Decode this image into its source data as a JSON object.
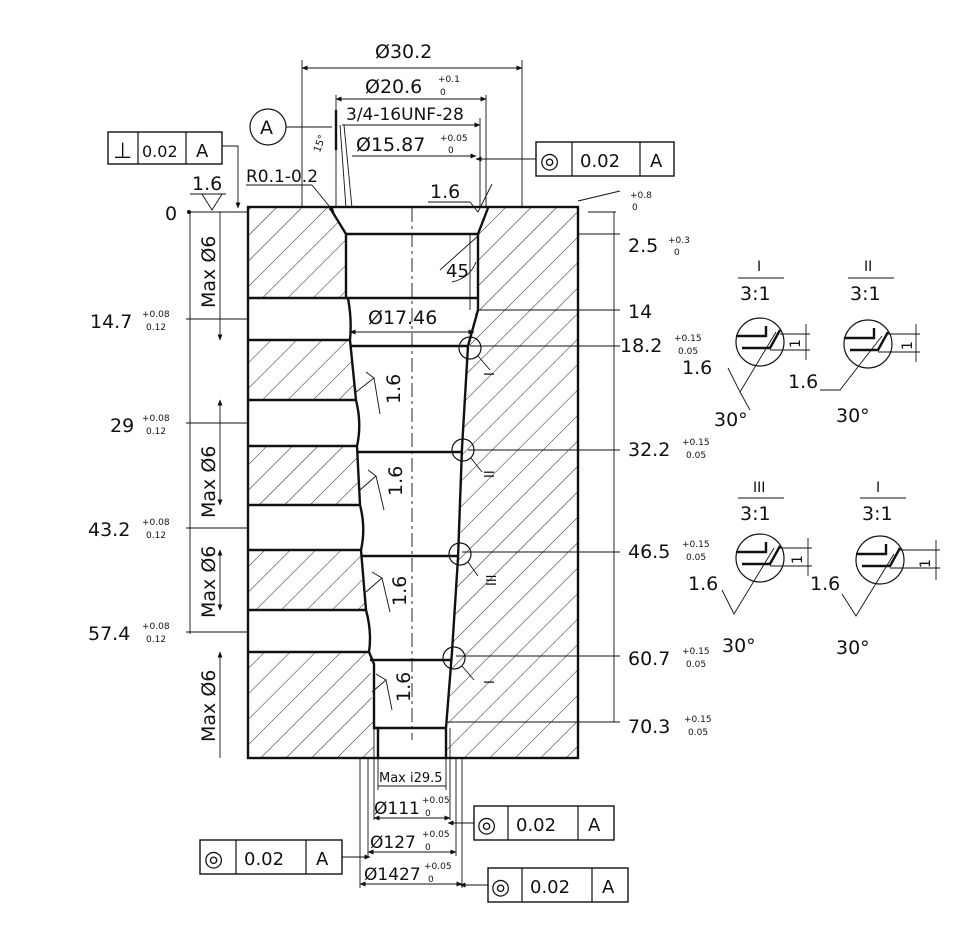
{
  "dims_top": {
    "d1": "Ø30.2",
    "d2": "Ø20.6",
    "d2_tol_up": "+0.1",
    "d2_tol_lo": "0",
    "thread": "3/4-16UNF-28",
    "d3": "Ø15.87",
    "d3_tol_up": "+0.05",
    "d3_tol_lo": "0",
    "angle15": "15°",
    "radius": "R0.1-0.2",
    "rough_top_left": "1.6",
    "rough_top_mid": "1.6",
    "angle45": "45",
    "d4": "Ø17.46",
    "depth_tol_up": "+0.8",
    "depth_tol_lo": "0",
    "zero": "0"
  },
  "datum_label": "A",
  "fcf": {
    "perp": {
      "sym": "⊥",
      "tol": "0.02",
      "datum": "A"
    },
    "conc_top": {
      "sym": "◎",
      "tol": "0.02",
      "datum": "A"
    },
    "conc_b1": {
      "sym": "◎",
      "tol": "0.02",
      "datum": "A"
    },
    "conc_b2": {
      "sym": "◎",
      "tol": "0.02",
      "datum": "A"
    },
    "conc_b3": {
      "sym": "◎",
      "tol": "0.02",
      "datum": "A"
    }
  },
  "right_dims": [
    {
      "value": "2.5",
      "up": "+0.3",
      "lo": "0"
    },
    {
      "value": "14",
      "up": "",
      "lo": ""
    },
    {
      "value": "18.2",
      "up": "+0.15",
      "lo": "0.05"
    },
    {
      "value": "32.2",
      "up": "+0.15",
      "lo": "0.05"
    },
    {
      "value": "46.5",
      "up": "+0.15",
      "lo": "0.05"
    },
    {
      "value": "60.7",
      "up": "+0.15",
      "lo": "0.05"
    },
    {
      "value": "70.3",
      "up": "+0.15",
      "lo": "0.05"
    }
  ],
  "left_dims": [
    {
      "value": "14.7",
      "up": "+0.08",
      "lo": "0.12"
    },
    {
      "value": "29",
      "up": "+0.08",
      "lo": "0.12"
    },
    {
      "value": "43.2",
      "up": "+0.08",
      "lo": "0.12"
    },
    {
      "value": "57.4",
      "up": "+0.08",
      "lo": "0.12"
    }
  ],
  "max_d6": "Max Ø6",
  "bore_rough": [
    "1.6",
    "1.6",
    "1.6",
    "1.6"
  ],
  "bottom_dims": {
    "max29": "Max i29.5",
    "d111": "Ø111",
    "d111_up": "+0.05",
    "d111_lo": "0",
    "d127": "Ø127",
    "d127_up": "+0.05",
    "d127_lo": "0",
    "d1427": "Ø1427",
    "d1427_up": "+0.05",
    "d1427_lo": "0"
  },
  "markers": [
    "I",
    "II",
    "III",
    "I"
  ],
  "details": [
    {
      "roman": "I",
      "scale": "3:1",
      "rough": "1.6",
      "angle": "30°",
      "dim": "1"
    },
    {
      "roman": "II",
      "scale": "3:1",
      "rough": "1.6",
      "angle": "30°",
      "dim": "1"
    },
    {
      "roman": "III",
      "scale": "3:1",
      "rough": "1.6",
      "angle": "30°",
      "dim": "1"
    },
    {
      "roman": "I",
      "scale": "3:1",
      "rough": "1.6",
      "angle": "30°",
      "dim": "1"
    }
  ]
}
